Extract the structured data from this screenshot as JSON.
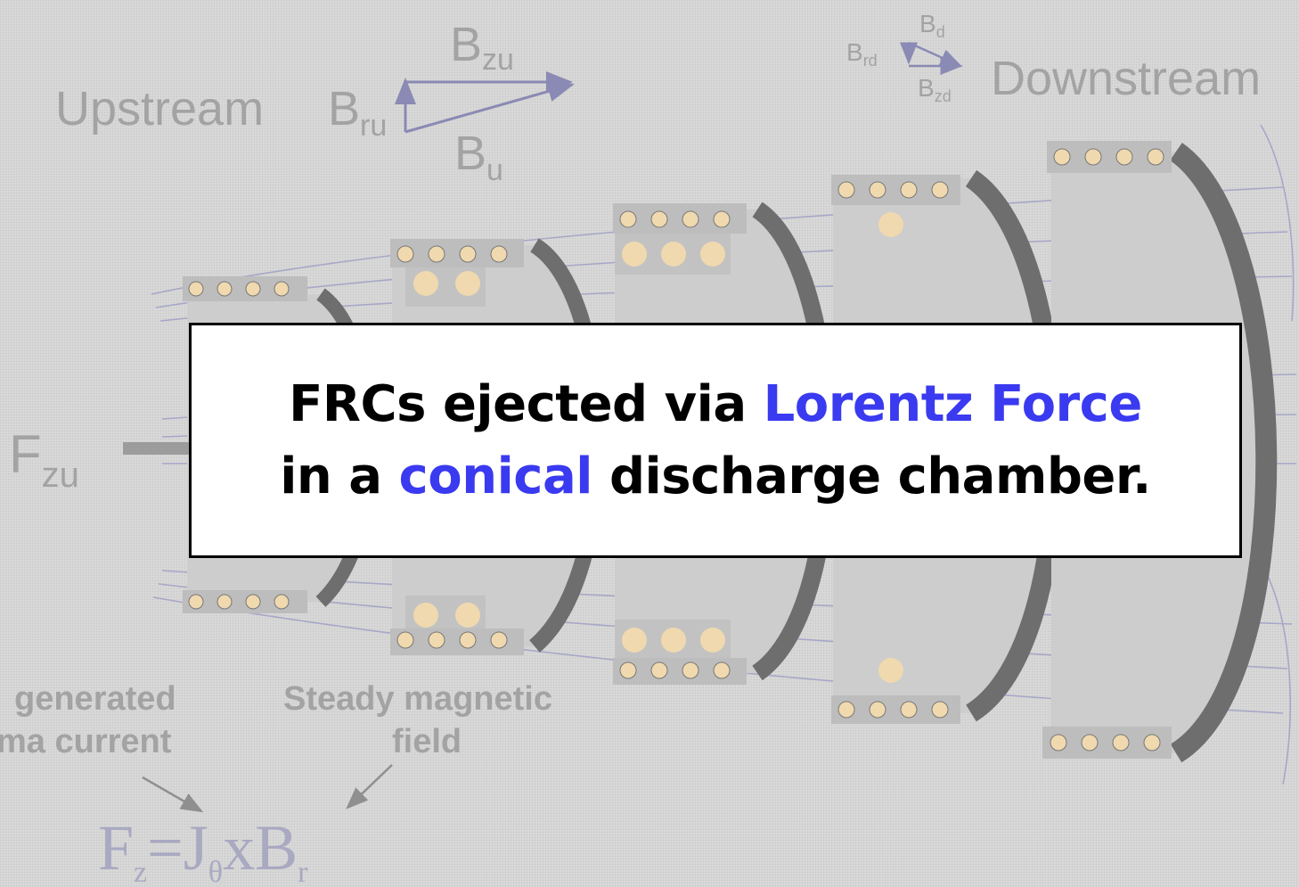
{
  "diagram": {
    "labels": {
      "upstream": "Upstream",
      "downstream": "Downstream",
      "force_upstream": "F",
      "force_upstream_sub": "zu",
      "b_main": "B",
      "b_zu_sub": "zu",
      "b_ru_sub": "ru",
      "b_u_sub": "u",
      "b_d_sub": "d",
      "b_rd_sub": "rd",
      "b_zd_sub": "zd",
      "generated_line1": "generated",
      "generated_line2": "ma current",
      "steady_line1": "Steady magnetic",
      "steady_line2": "field",
      "eq_f": "F",
      "eq_f_sub": "z",
      "eq_mid": "=J",
      "eq_mid_sub": "θ",
      "eq_end": "xB",
      "eq_end_sub": "r"
    },
    "coil_stages": 5
  },
  "caption": {
    "line1_prefix": "FRCs ejected via ",
    "line1_highlight": "Lorentz Force",
    "line2_prefix": "in a ",
    "line2_highlight": "conical",
    "line2_suffix": " discharge chamber."
  },
  "colors": {
    "highlight": "#3a3af0",
    "background": "#e2e2e2",
    "coil_fill": "#f0d9ae"
  }
}
